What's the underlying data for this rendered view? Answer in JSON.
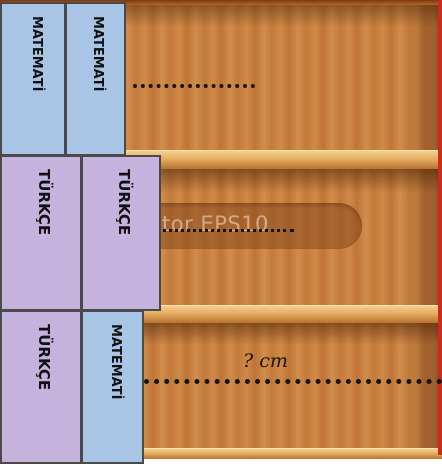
{
  "books": {
    "top_left": {
      "label": "MATEMATİ",
      "color": "#a9c5e6"
    },
    "top_right": {
      "label": "MATEMATİ",
      "color": "#a9c5e6"
    },
    "middle_left": {
      "label": "TÜRKÇE",
      "color": "#c5b3de"
    },
    "middle_right": {
      "label": "TÜRKÇE",
      "color": "#c5b3de"
    },
    "bottom_left": {
      "label": "TÜRKÇE",
      "color": "#c5b3de"
    },
    "bottom_right": {
      "label": "MATEMATİ",
      "color": "#a9c5e6"
    }
  },
  "shelf": {
    "watermark": "ctor EPS10",
    "unknown_label": "? cm",
    "colors": {
      "wood": "#c88240",
      "plank": "#e3ac62",
      "edge": "#cc2a1f"
    }
  }
}
